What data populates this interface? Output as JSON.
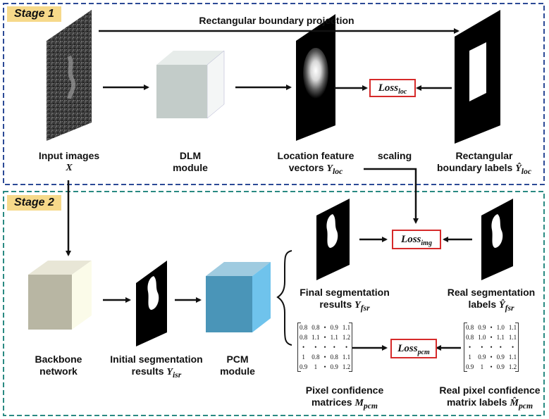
{
  "stage1": {
    "tag": "Stage 1"
  },
  "stage2": {
    "tag": "Stage 2"
  },
  "top_arrow_label": "Rectangular boundary projection",
  "scaling_label": "scaling",
  "labels": {
    "input_images": {
      "line1": "Input images",
      "var": "X"
    },
    "dlm": {
      "line1": "DLM",
      "line2": "module"
    },
    "location_feature": {
      "line1": "Location feature",
      "line2": "vectors ",
      "var": "Y",
      "sub": "loc"
    },
    "rect_boundary": {
      "line1": "Rectangular",
      "line2": "boundary labels ",
      "var": "Ŷ",
      "sub": "loc"
    },
    "backbone": {
      "line1": "Backbone",
      "line2": "network"
    },
    "initial_seg": {
      "line1": "Initial segmentation",
      "line2": "results ",
      "var": "Y",
      "sub": "isr"
    },
    "pcm": {
      "line1": "PCM",
      "line2": "module"
    },
    "final_seg": {
      "line1": "Final segmentation",
      "line2": "results ",
      "var": "Y",
      "sub": "fsr"
    },
    "real_seg": {
      "line1": "Real segmentation",
      "line2": "labels ",
      "var": "Ŷ",
      "sub": "fsr"
    },
    "pixel_conf": {
      "line1": "Pixel confidence",
      "line2": "matrices ",
      "var": "M",
      "sub": "pcm"
    },
    "real_pixel_conf": {
      "line1": "Real pixel confidence",
      "line2": "matrix labels ",
      "var": "M̂",
      "sub": "pcm"
    }
  },
  "losses": {
    "loc": {
      "main": "Loss",
      "sub": "loc"
    },
    "img": {
      "main": "Loss",
      "sub": "img"
    },
    "pcm": {
      "main": "Loss",
      "sub": "pcm"
    }
  },
  "matrix_left": [
    [
      "0.8",
      "0.8",
      "•",
      "0.9",
      "1.1"
    ],
    [
      "0.8",
      "1.1",
      "•",
      "1.1",
      "1.2"
    ],
    [
      "•",
      "•",
      "•",
      "•",
      "•"
    ],
    [
      "1",
      "0.8",
      "•",
      "0.8",
      "1.1"
    ],
    [
      "0.9",
      "1",
      "•",
      "0.9",
      "1.2"
    ]
  ],
  "matrix_right": [
    [
      "0.8",
      "0.9",
      "•",
      "1.0",
      "1.1"
    ],
    [
      "0.8",
      "1.0",
      "•",
      "1.1",
      "1.1"
    ],
    [
      "•",
      "•",
      "•",
      "•",
      "•"
    ],
    [
      "1",
      "0.9",
      "•",
      "0.9",
      "1.1"
    ],
    [
      "0.9",
      "1",
      "•",
      "0.9",
      "1.2"
    ]
  ],
  "colors": {
    "stage1_border": "#2c4a96",
    "stage2_border": "#2a8a82",
    "stage_tag_bg": "#f6d98a",
    "loss_border": "#d62a2a",
    "dlm_cube": "#c3ccc9",
    "backbone_cube": "#b8b6a3",
    "pcm_cube": "#4a95b8"
  }
}
